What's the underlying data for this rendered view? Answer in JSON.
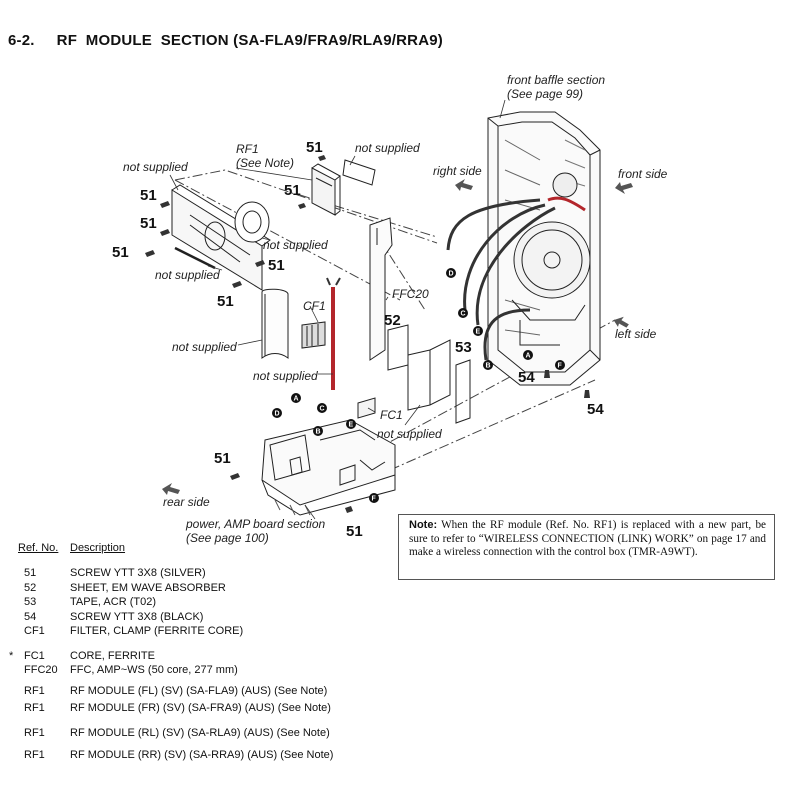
{
  "title": {
    "section_number": "6-2.",
    "section_title": "RF  MODULE  SECTION (SA-FLA9/FRA9/RLA9/RRA9)"
  },
  "diagram": {
    "labels": {
      "front_baffle": "front baffle section",
      "front_baffle_page": "(See page 99)",
      "right_side": "right side",
      "front_side": "front side",
      "left_side": "left side",
      "rear_side": "rear side",
      "power_amp": "power, AMP board section",
      "power_amp_page": "(See page 100)",
      "rf1": "RF1",
      "rf1_note": "(See Note)",
      "cf1": "CF1",
      "ffc20": "FFC20",
      "fc1": "FC1",
      "not_supplied": "not supplied"
    },
    "refs": {
      "r51": "51",
      "r52": "52",
      "r53": "53",
      "r54": "54"
    },
    "connectors": {
      "A": "A",
      "B": "B",
      "C": "C",
      "D": "D",
      "E": "E",
      "F": "F"
    },
    "colors": {
      "cable_red": "#b3262b",
      "line": "#222222"
    }
  },
  "parts_list": {
    "headers": {
      "ref": "Ref. No.",
      "description": "Description"
    },
    "rows": [
      {
        "ref": "51",
        "description": "SCREW YTT 3X8 (SILVER)",
        "mark": ""
      },
      {
        "ref": "52",
        "description": "SHEET, EM WAVE ABSORBER",
        "mark": ""
      },
      {
        "ref": "53",
        "description": "TAPE, ACR (T02)",
        "mark": ""
      },
      {
        "ref": "54",
        "description": "SCREW YTT 3X8 (BLACK)",
        "mark": ""
      },
      {
        "ref": "CF1",
        "description": "FILTER, CLAMP (FERRITE CORE)",
        "mark": ""
      },
      {
        "ref": "FC1",
        "description": "CORE, FERRITE",
        "mark": "*"
      },
      {
        "ref": "FFC20",
        "description": "FFC, AMP~WS (50 core, 277 mm)",
        "mark": ""
      },
      {
        "ref": "RF1",
        "description": "RF MODULE (FL) (SV) (SA-FLA9) (AUS) (See Note)",
        "mark": ""
      },
      {
        "ref": "RF1",
        "description": "RF MODULE (FR) (SV) (SA-FRA9) (AUS) (See Note)",
        "mark": ""
      },
      {
        "ref": "RF1",
        "description": "RF MODULE (RL) (SV) (SA-RLA9) (AUS) (See Note)",
        "mark": ""
      },
      {
        "ref": "RF1",
        "description": "RF MODULE (RR) (SV) (SA-RRA9) (AUS) (See Note)",
        "mark": ""
      }
    ]
  },
  "note": {
    "label": "Note:",
    "text": "When the RF module (Ref. No. RF1) is replaced with a new part, be sure to refer to “WIRELESS CONNECTION (LINK) WORK” on page 17 and make a wireless connection with the control box (TMR-A9WT)."
  }
}
